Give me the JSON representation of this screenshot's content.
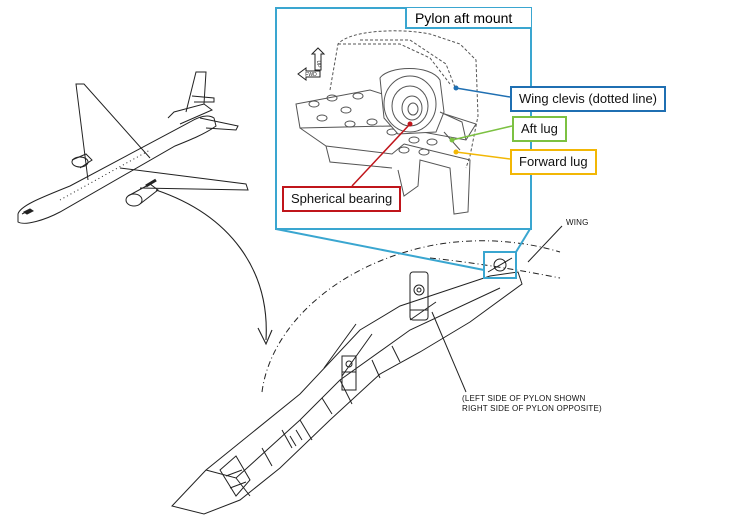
{
  "inset": {
    "title": "Pylon aft mount",
    "border_color": "#3aa6d0"
  },
  "callouts": {
    "wing_clevis": {
      "label": "Wing clevis (dotted line)",
      "color": "#1f6fb2"
    },
    "aft_lug": {
      "label": "Aft lug",
      "color": "#7cc142"
    },
    "forward_lug": {
      "label": "Forward lug",
      "color": "#f2b705"
    },
    "spherical_bearing": {
      "label": "Spherical bearing",
      "color": "#c0151b"
    }
  },
  "drawing_text": {
    "wing": "WING",
    "pylon_note_line1": "(LEFT SIDE OF PYLON SHOWN",
    "pylon_note_line2": "RIGHT SIDE OF PYLON OPPOSITE)",
    "up_marker": "UP",
    "fwd_marker": "FWD"
  }
}
